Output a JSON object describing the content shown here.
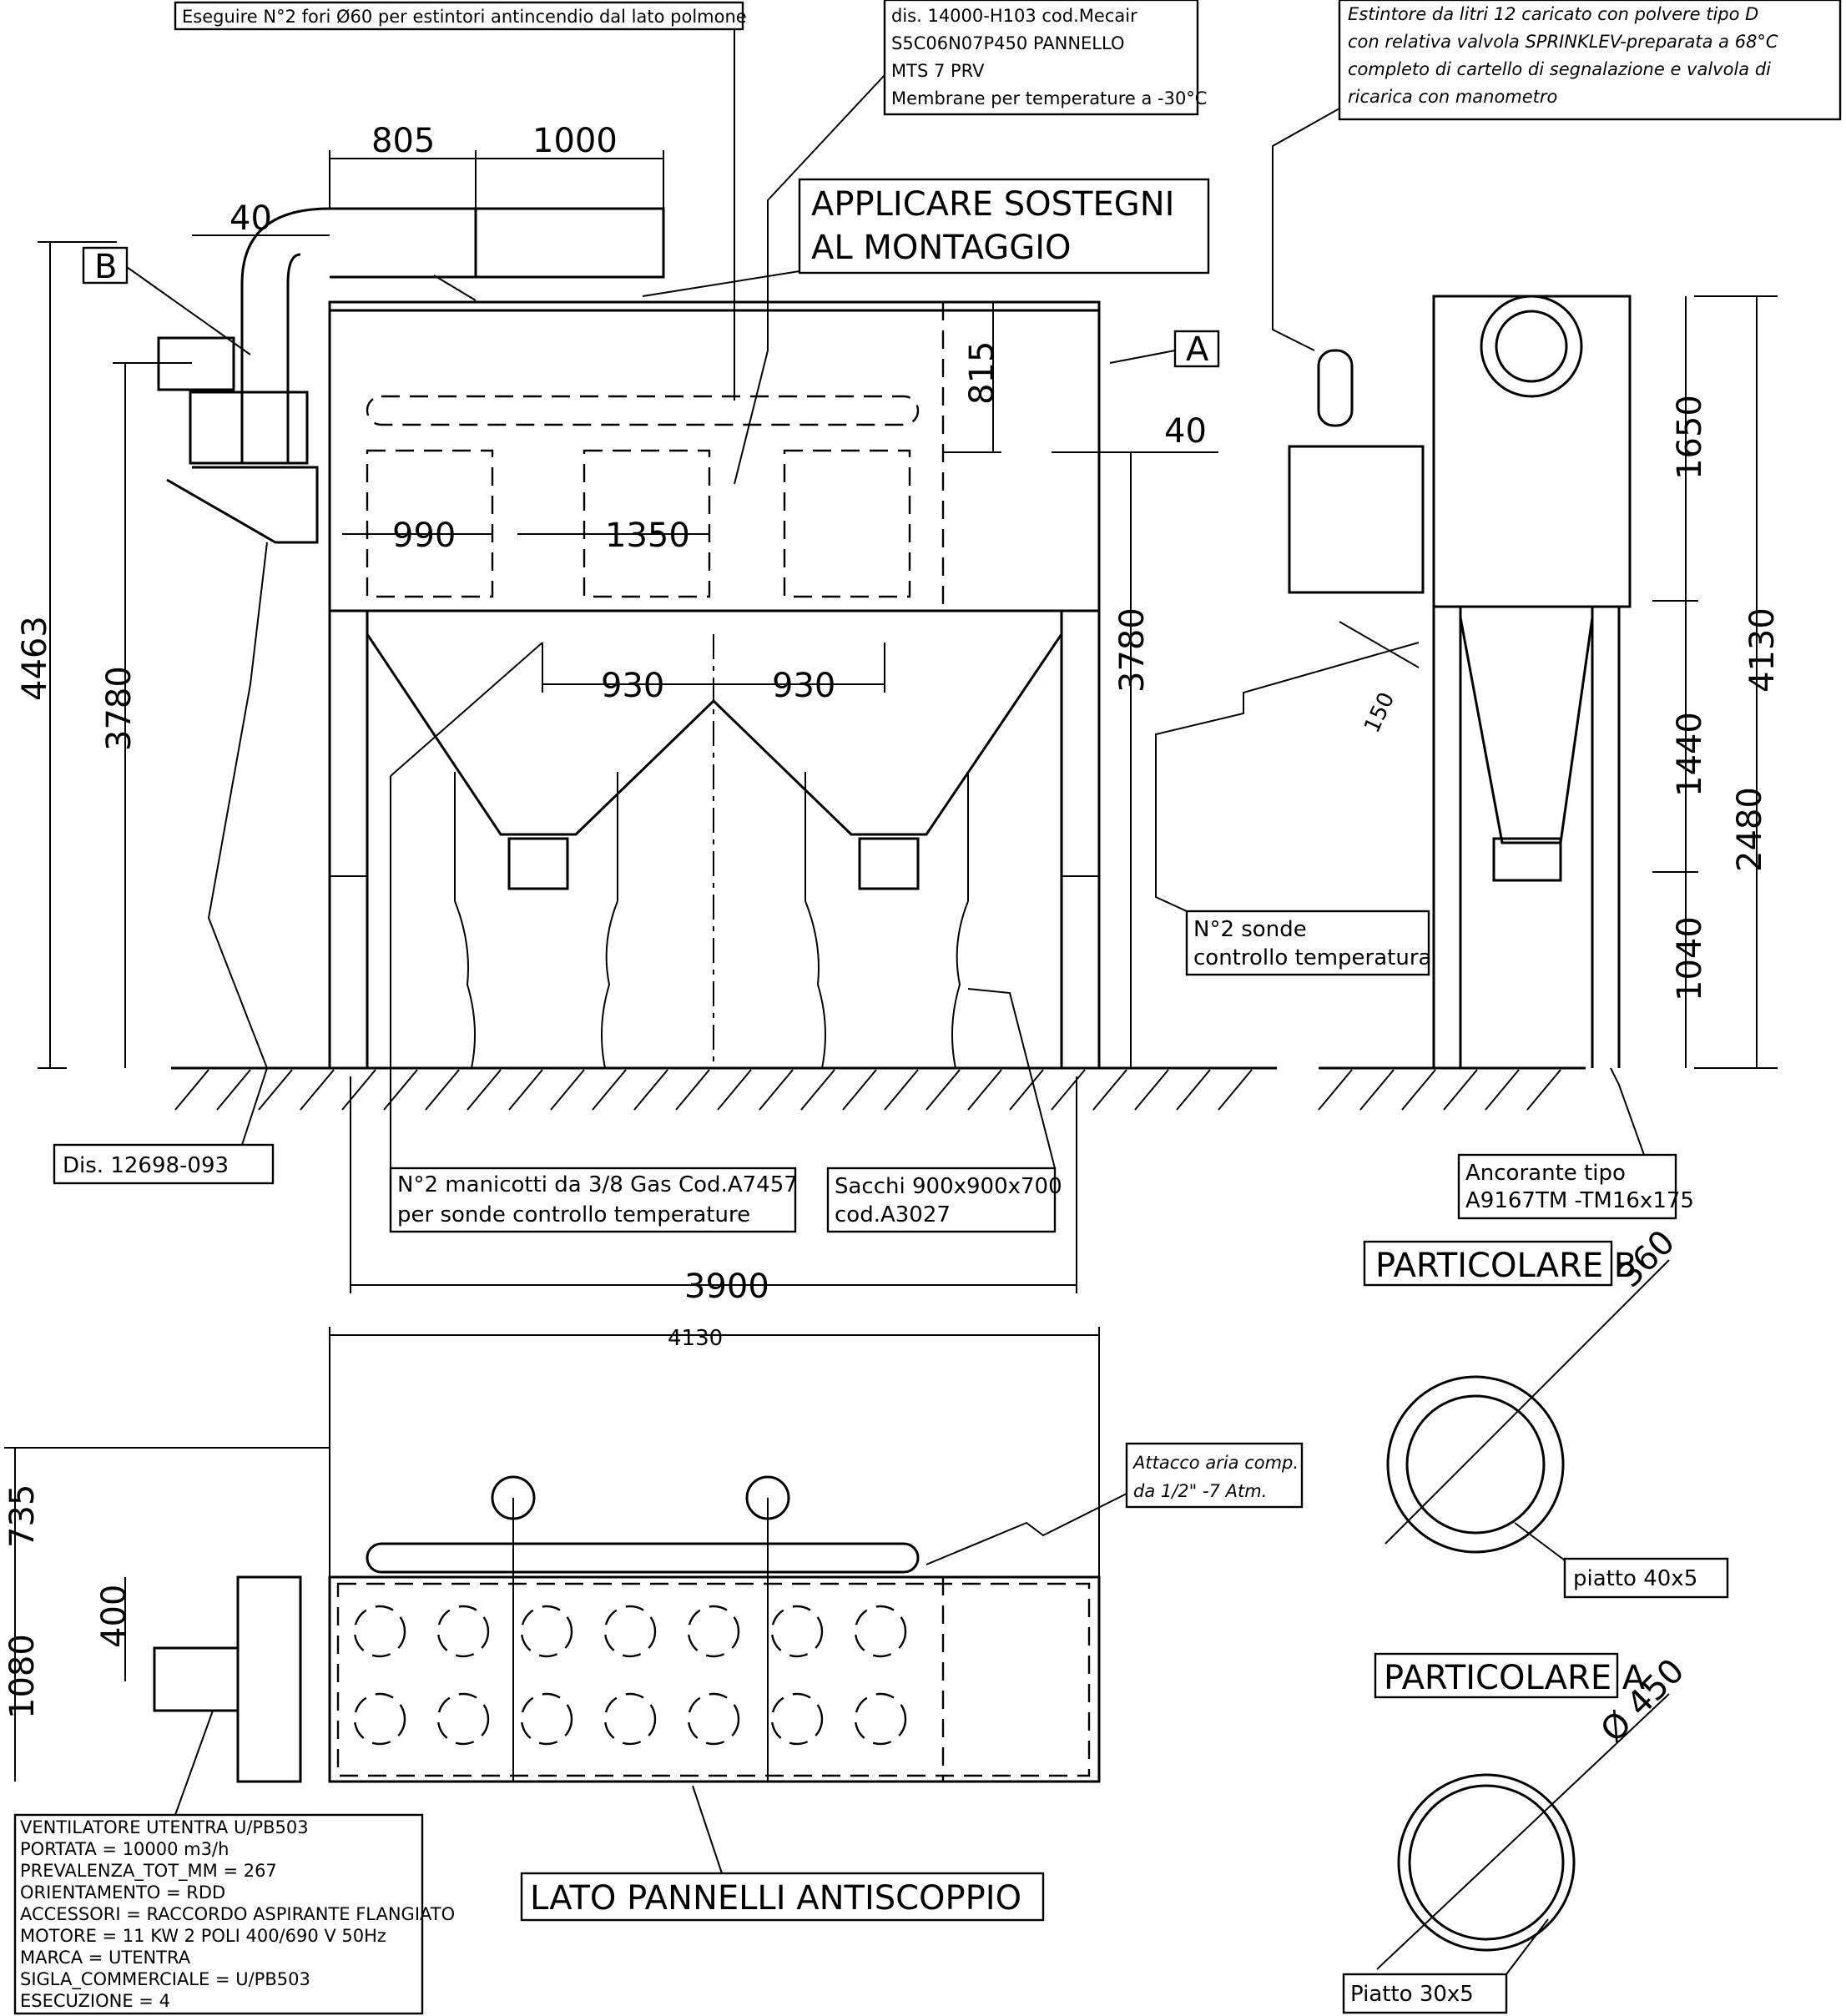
{
  "notes": {
    "fori": "Eseguire N°2 fori Ø60 per estintori antincendio dal lato polmone",
    "membrane": [
      "dis. 14000-H103 cod.Mecair",
      "S5C06N07P450 PANNELLO",
      "MTS 7 PRV",
      "Membrane per temperature a -30°C"
    ],
    "estintore": [
      "Estintore da litri  12  caricato con polvere tipo D",
      "con relativa valvola SPRINKLEV-preparata a 68°C",
      "completo di cartello di segnalazione e valvola di",
      "ricarica con manometro"
    ],
    "sostegni": [
      "APPLICARE SOSTEGNI",
      "AL MONTAGGIO"
    ],
    "sonde": [
      "N°2 sonde",
      "controllo temperatura"
    ],
    "dis": "Dis. 12698-093",
    "manicotti": [
      "N°2 manicotti da 3/8 Gas Cod.A7457",
      "per sonde controllo temperature"
    ],
    "sacchi": [
      "Sacchi 900x900x700",
      "cod.A3027"
    ],
    "ancorante": [
      "Ancorante tipo",
      "A9167TM -TM16x175"
    ],
    "attacco": [
      "Attacco aria comp.",
      "da 1/2\" -7 Atm."
    ],
    "lato": "LATO PANNELLI ANTISCOPPIO",
    "ventilatore": [
      "VENTILATORE UTENTRA U/PB503",
      "PORTATA = 10000 m3/h",
      "PREVALENZA_TOT_MM = 267",
      "ORIENTAMENTO = RDD",
      "ACCESSORI = RACCORDO ASPIRANTE FLANGIATO",
      "MOTORE = 11 KW 2 POLI 400/690 V 50Hz",
      "MARCA = UTENTRA",
      "SIGLA_COMMERCIALE = U/PB503",
      "ESECUZIONE = 4"
    ]
  },
  "markers": {
    "b": "B",
    "a": "A"
  },
  "details": {
    "b_title": "PARTICOLARE B",
    "b_dim": "360",
    "b_label": "piatto 40x5",
    "a_title": "PARTICOLARE A",
    "a_dim": "Ø 450",
    "a_label": "Piatto 30x5"
  },
  "dims": {
    "d805": "805",
    "d1000": "1000",
    "d40a": "40",
    "d815": "815",
    "d40b": "40",
    "d990": "990",
    "d1350": "1350",
    "d930a": "930",
    "d930b": "930",
    "d4463": "4463",
    "d3780l": "3780",
    "d3780r": "3780",
    "d1650": "1650",
    "d4130v": "4130",
    "d150": "150",
    "d1440": "1440",
    "d2480": "2480",
    "d1040": "1040",
    "d3900": "3900",
    "d4130h": "4130",
    "d735": "735",
    "d400": "400",
    "d1080": "1080"
  }
}
